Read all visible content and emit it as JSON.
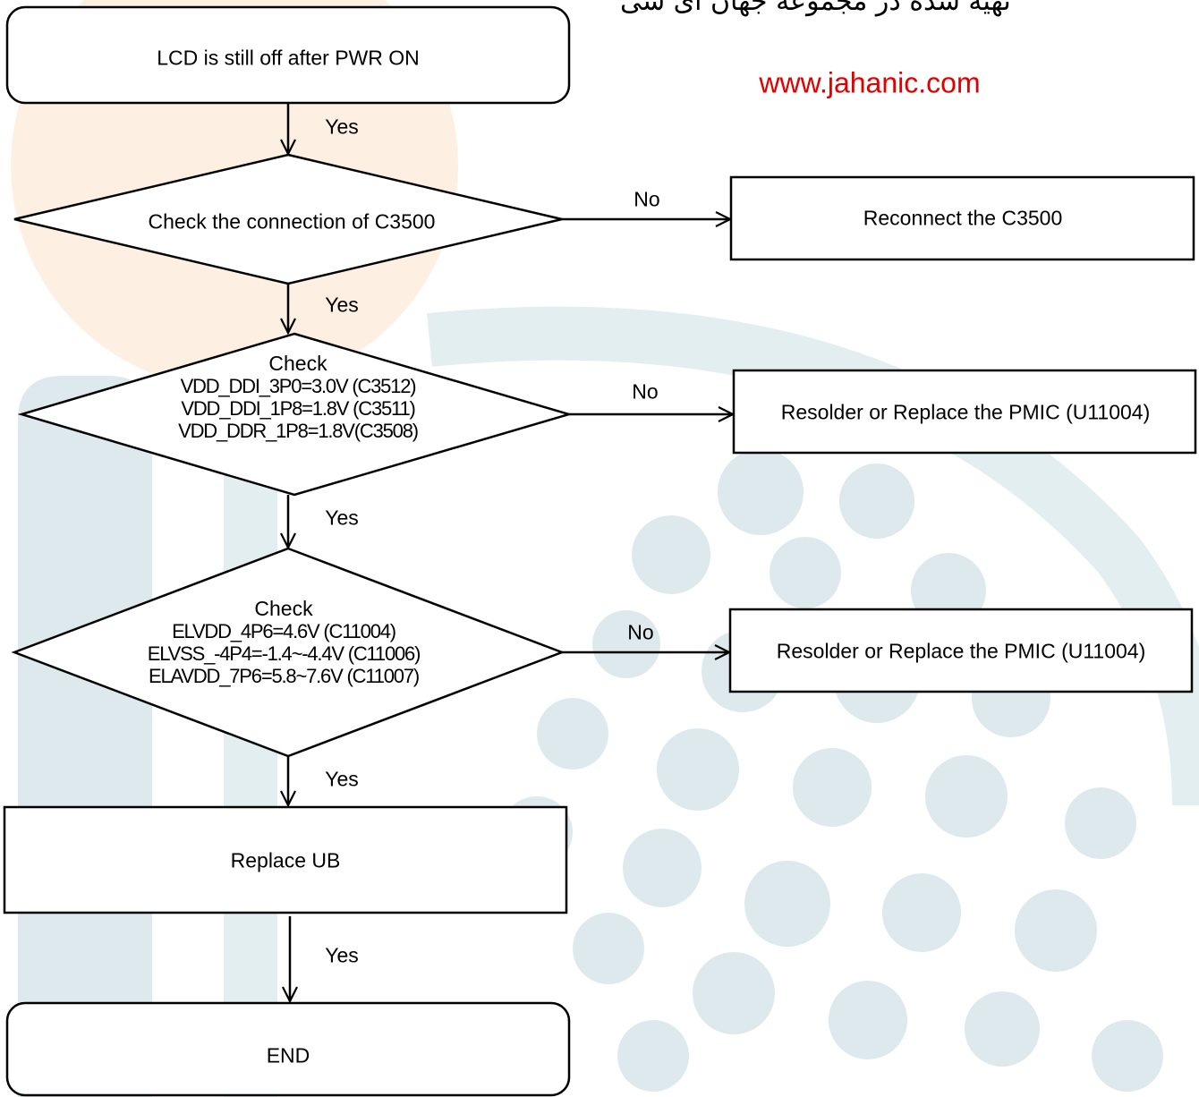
{
  "header": {
    "persian_caption": "تهیه شده در مجموعه جهان ای سی",
    "website": "www.jahanic.com"
  },
  "flow": {
    "start": "LCD is still off after PWR ON",
    "decision1": "Check the connection of C3500",
    "action1": "Reconnect the C3500",
    "decision2": {
      "lines": [
        "Check",
        "VDD_DDI_3P0=3.0V (C3512)",
        "VDD_DDI_1P8=1.8V (C3511)",
        "VDD_DDR_1P8=1.8V(C3508)"
      ]
    },
    "action2": "Resolder or Replace the PMIC (U11004)",
    "decision3": {
      "lines": [
        "Check",
        "ELVDD_4P6=4.6V (C11004)",
        "ELVSS_-4P4=-1.4~-4.4V (C11006)",
        "ELAVDD_7P6=5.8~7.6V (C11007)"
      ]
    },
    "action3": "Resolder or Replace the PMIC (U11004)",
    "replace": "Replace UB",
    "end": "END"
  },
  "labels": {
    "yes": "Yes",
    "no": "No"
  },
  "colors": {
    "stroke": "#000000",
    "url": "#e00000",
    "watermark_teal": "#dde9ec",
    "watermark_peach": "#fdf0e2"
  }
}
